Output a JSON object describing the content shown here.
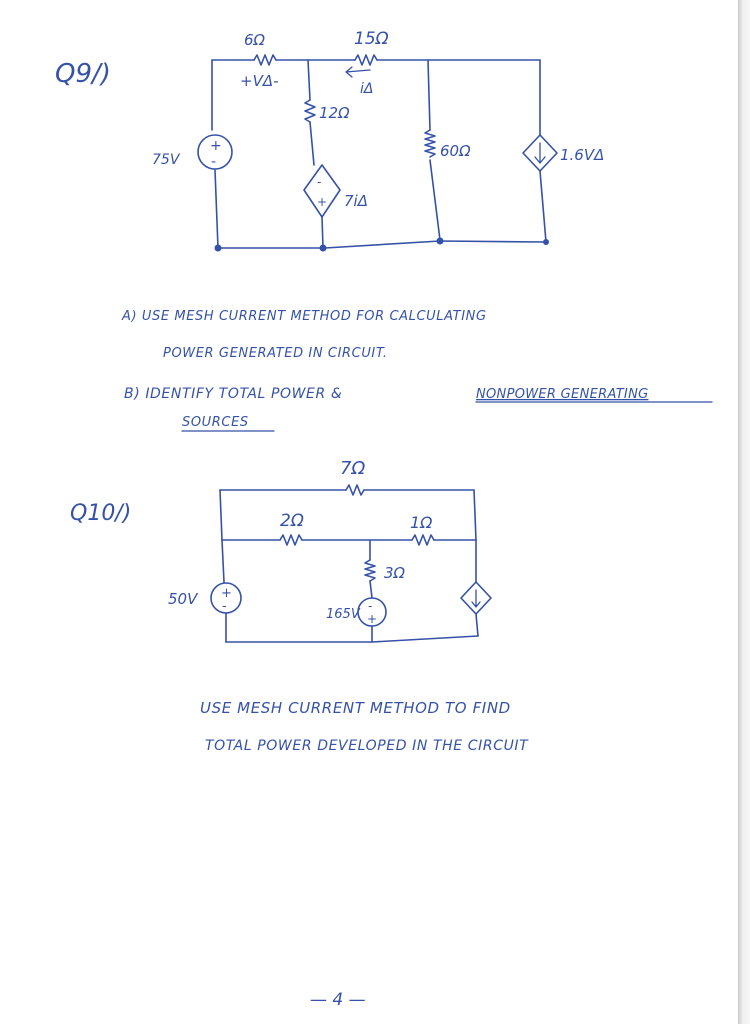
{
  "q9": {
    "label": "Q9/)",
    "resistors": {
      "r6": "6Ω",
      "r15": "15Ω",
      "r12": "12Ω",
      "r60": "60Ω"
    },
    "labels": {
      "v_delta": "+VΔ-",
      "i_delta": "iΔ",
      "source_75v": "75V",
      "dep_current": "1.6VΔ",
      "dep_voltage": "7iΔ"
    },
    "question_a_line1": "A) USE MESH CURRENT METHOD FOR CALCULATING",
    "question_a_line2": "POWER GENERATED IN CIRCUIT.",
    "question_b_line1_prefix": "B) IDENTIFY TOTAL POWER &",
    "question_b_line1_underlined": "NONPOWER GENERATING",
    "question_b_line2": "SOURCES"
  },
  "q10": {
    "label": "Q10/)",
    "resistors": {
      "r7": "7Ω",
      "r2": "2Ω",
      "r1": "1Ω",
      "r3": "3Ω"
    },
    "labels": {
      "source_50v": "50V",
      "source_165v": "165V"
    },
    "instruction_line1": "USE MESH CURRENT METHOD TO FIND",
    "instruction_line2": "TOTAL POWER DEVELOPED IN THE CIRCUIT"
  },
  "footer": {
    "page_number": "— 4 —"
  }
}
